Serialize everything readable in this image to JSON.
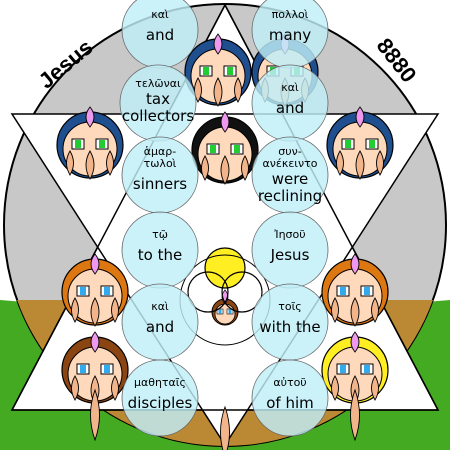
{
  "corner_labels": {
    "left": "Jesus",
    "right": "8880"
  },
  "word_bubbles": [
    {
      "greek": "καὶ",
      "english": [
        "and"
      ]
    },
    {
      "greek": "πολλοὶ",
      "english": [
        "many"
      ]
    },
    {
      "greek": "τελῶναι",
      "english": [
        "tax",
        "collectors"
      ]
    },
    {
      "greek": "καὶ",
      "english": [
        "and"
      ]
    },
    {
      "greek": "ἁμαρ-",
      "greek2": "τωλοὶ",
      "english": [
        "sinners"
      ]
    },
    {
      "greek": "συν-",
      "greek2": "ανέκειντο",
      "english": [
        "were",
        "reclining"
      ]
    },
    {
      "greek": "τῷ",
      "english": [
        "to the"
      ]
    },
    {
      "greek": "Ἰησοῦ",
      "english": [
        "Jesus"
      ]
    },
    {
      "greek": "καὶ",
      "english": [
        "and"
      ]
    },
    {
      "greek": "τοῖς",
      "english": [
        "with the"
      ]
    },
    {
      "greek": "μαθηταῖς",
      "english": [
        "disciples"
      ]
    },
    {
      "greek": "αὐτοῦ",
      "english": [
        "of him"
      ]
    }
  ],
  "colors": {
    "sky": "#ffffff",
    "grass": "#44aa22",
    "disc": "#c8c8c8",
    "star": "#ffffff",
    "brown_triangle": "#bb8833",
    "bubble": "#bfeef8",
    "skin": "#ffd9bb",
    "eye_green": "#22cc33",
    "eye_blue": "#33aaee",
    "hair_navy": "#1f4f8f",
    "hair_black": "#111111",
    "hair_orange": "#dd7711",
    "hair_brown": "#8b4513",
    "hair_yellow": "#ffee22",
    "petal": "#f2b48a",
    "petal_pink": "#ee99ee"
  }
}
